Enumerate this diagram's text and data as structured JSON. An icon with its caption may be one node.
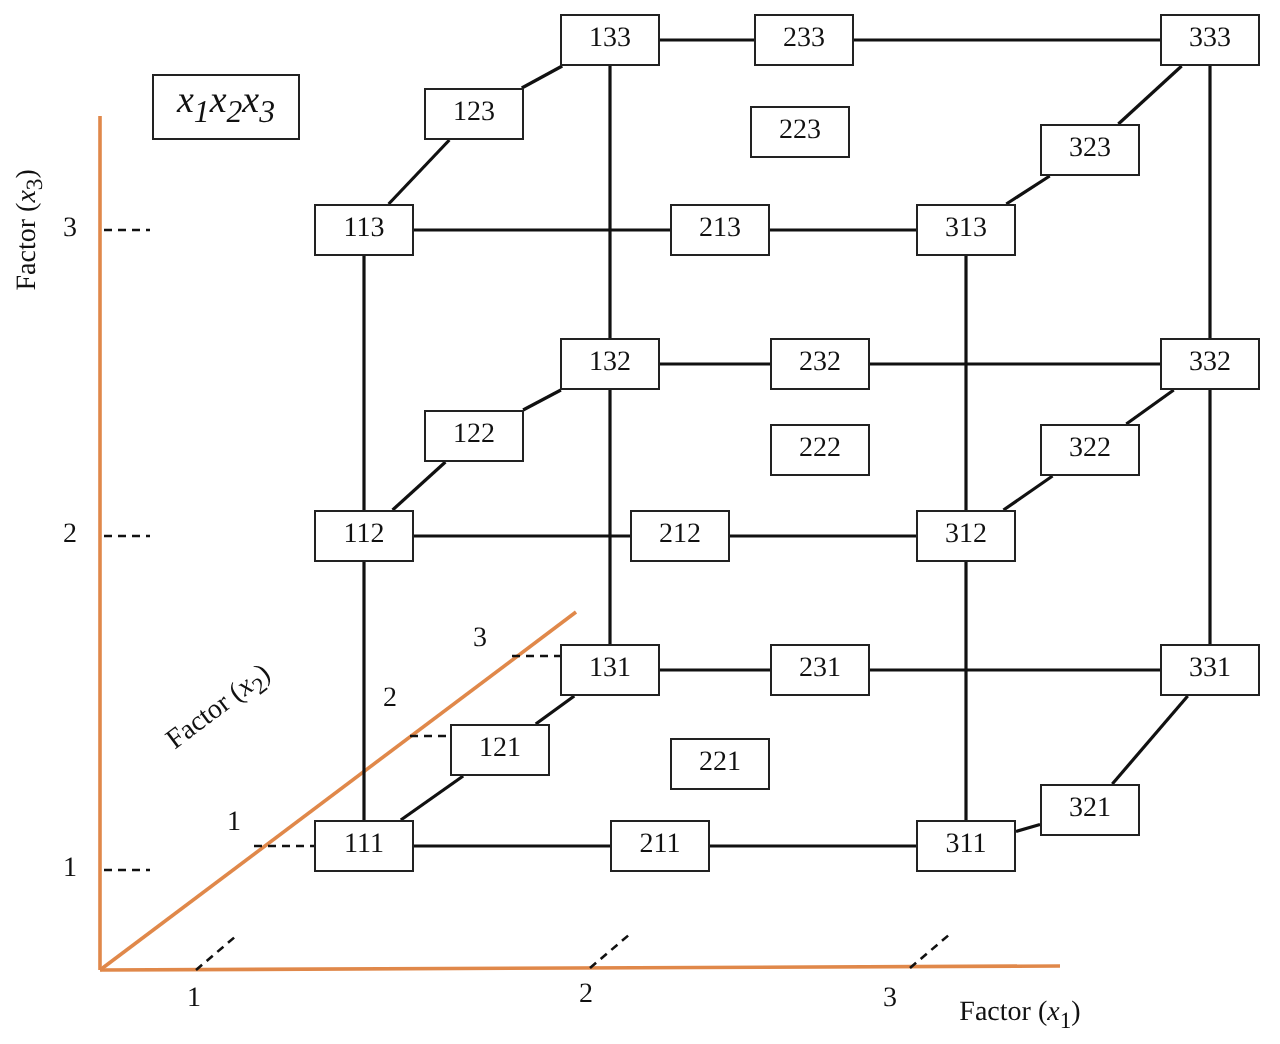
{
  "diagram": {
    "nodes": [
      {
        "text": [
          "133"
        ]
      },
      {
        "text": [
          "233"
        ]
      },
      {
        "text": [
          "333"
        ]
      },
      {
        "text": [
          "x$_{1}$x$_{2}$x$_{3}$"
        ]
      },
      {
        "text": [
          "123"
        ]
      },
      {
        "text": [
          "223"
        ]
      },
      {
        "text": [
          "323"
        ]
      },
      {
        "text": [
          "113"
        ]
      },
      {
        "text": [
          "213"
        ]
      },
      {
        "text": [
          "313"
        ]
      },
      {
        "text": [
          "132"
        ]
      },
      {
        "text": [
          "232"
        ]
      },
      {
        "text": [
          "332"
        ]
      },
      {
        "text": [
          "122"
        ]
      },
      {
        "text": [
          "222"
        ]
      },
      {
        "text": [
          "322"
        ]
      },
      {
        "text": [
          "112"
        ]
      },
      {
        "text": [
          "212"
        ]
      },
      {
        "text": [
          "312"
        ]
      },
      {
        "text": [
          "131"
        ]
      },
      {
        "text": [
          "231"
        ]
      },
      {
        "text": [
          "331"
        ]
      },
      {
        "text": [
          "121"
        ]
      },
      {
        "text": [
          "221"
        ]
      },
      {
        "text": [
          "321"
        ]
      },
      {
        "text": [
          "111"
        ]
      },
      {
        "text": [
          "211"
        ]
      },
      {
        "text": [
          "311"
        ]
      }
    ],
    "edges": [
      {
        "from": 0,
        "to": 1,
        "arrow": "none"
      },
      {
        "from": 1,
        "to": 2,
        "arrow": "none"
      },
      {
        "from": 7,
        "to": 8,
        "arrow": "none"
      },
      {
        "from": 8,
        "to": 9,
        "arrow": "none"
      },
      {
        "from": 10,
        "to": 11,
        "arrow": "none"
      },
      {
        "from": 11,
        "to": 12,
        "arrow": "none"
      },
      {
        "from": 16,
        "to": 17,
        "arrow": "none"
      },
      {
        "from": 17,
        "to": 18,
        "arrow": "none"
      },
      {
        "from": 19,
        "to": 20,
        "arrow": "none"
      },
      {
        "from": 20,
        "to": 21,
        "arrow": "none"
      },
      {
        "from": 25,
        "to": 26,
        "arrow": "none"
      },
      {
        "from": 26,
        "to": 27,
        "arrow": "none"
      },
      {
        "from": 0,
        "to": 10,
        "arrow": "none"
      },
      {
        "from": 10,
        "to": 19,
        "arrow": "none"
      },
      {
        "from": 7,
        "to": 16,
        "arrow": "none"
      },
      {
        "from": 16,
        "to": 25,
        "arrow": "none"
      },
      {
        "from": 9,
        "to": 18,
        "arrow": "none"
      },
      {
        "from": 18,
        "to": 27,
        "arrow": "none"
      },
      {
        "from": 2,
        "to": 12,
        "arrow": "none"
      },
      {
        "from": 12,
        "to": 21,
        "arrow": "none"
      },
      {
        "from": 7,
        "to": 4,
        "arrow": "none"
      },
      {
        "from": 4,
        "to": 0,
        "arrow": "none"
      },
      {
        "from": 16,
        "to": 13,
        "arrow": "none"
      },
      {
        "from": 13,
        "to": 10,
        "arrow": "none"
      },
      {
        "from": 25,
        "to": 22,
        "arrow": "none"
      },
      {
        "from": 22,
        "to": 19,
        "arrow": "none"
      },
      {
        "from": 9,
        "to": 6,
        "arrow": "none"
      },
      {
        "from": 6,
        "to": 2,
        "arrow": "none"
      },
      {
        "from": 18,
        "to": 15,
        "arrow": "none"
      },
      {
        "from": 15,
        "to": 12,
        "arrow": "none"
      },
      {
        "from": 27,
        "to": 24,
        "arrow": "none"
      },
      {
        "from": 24,
        "to": 21,
        "arrow": "none"
      }
    ],
    "labels": [
      "Factor (*x*$_{3}$)",
      "3",
      "2",
      "3",
      "2",
      "Factor (*x*$_{2}$)",
      "1",
      "1",
      "1",
      "2",
      "3",
      "Factor (*x*$_{1}$)"
    ]
  }
}
